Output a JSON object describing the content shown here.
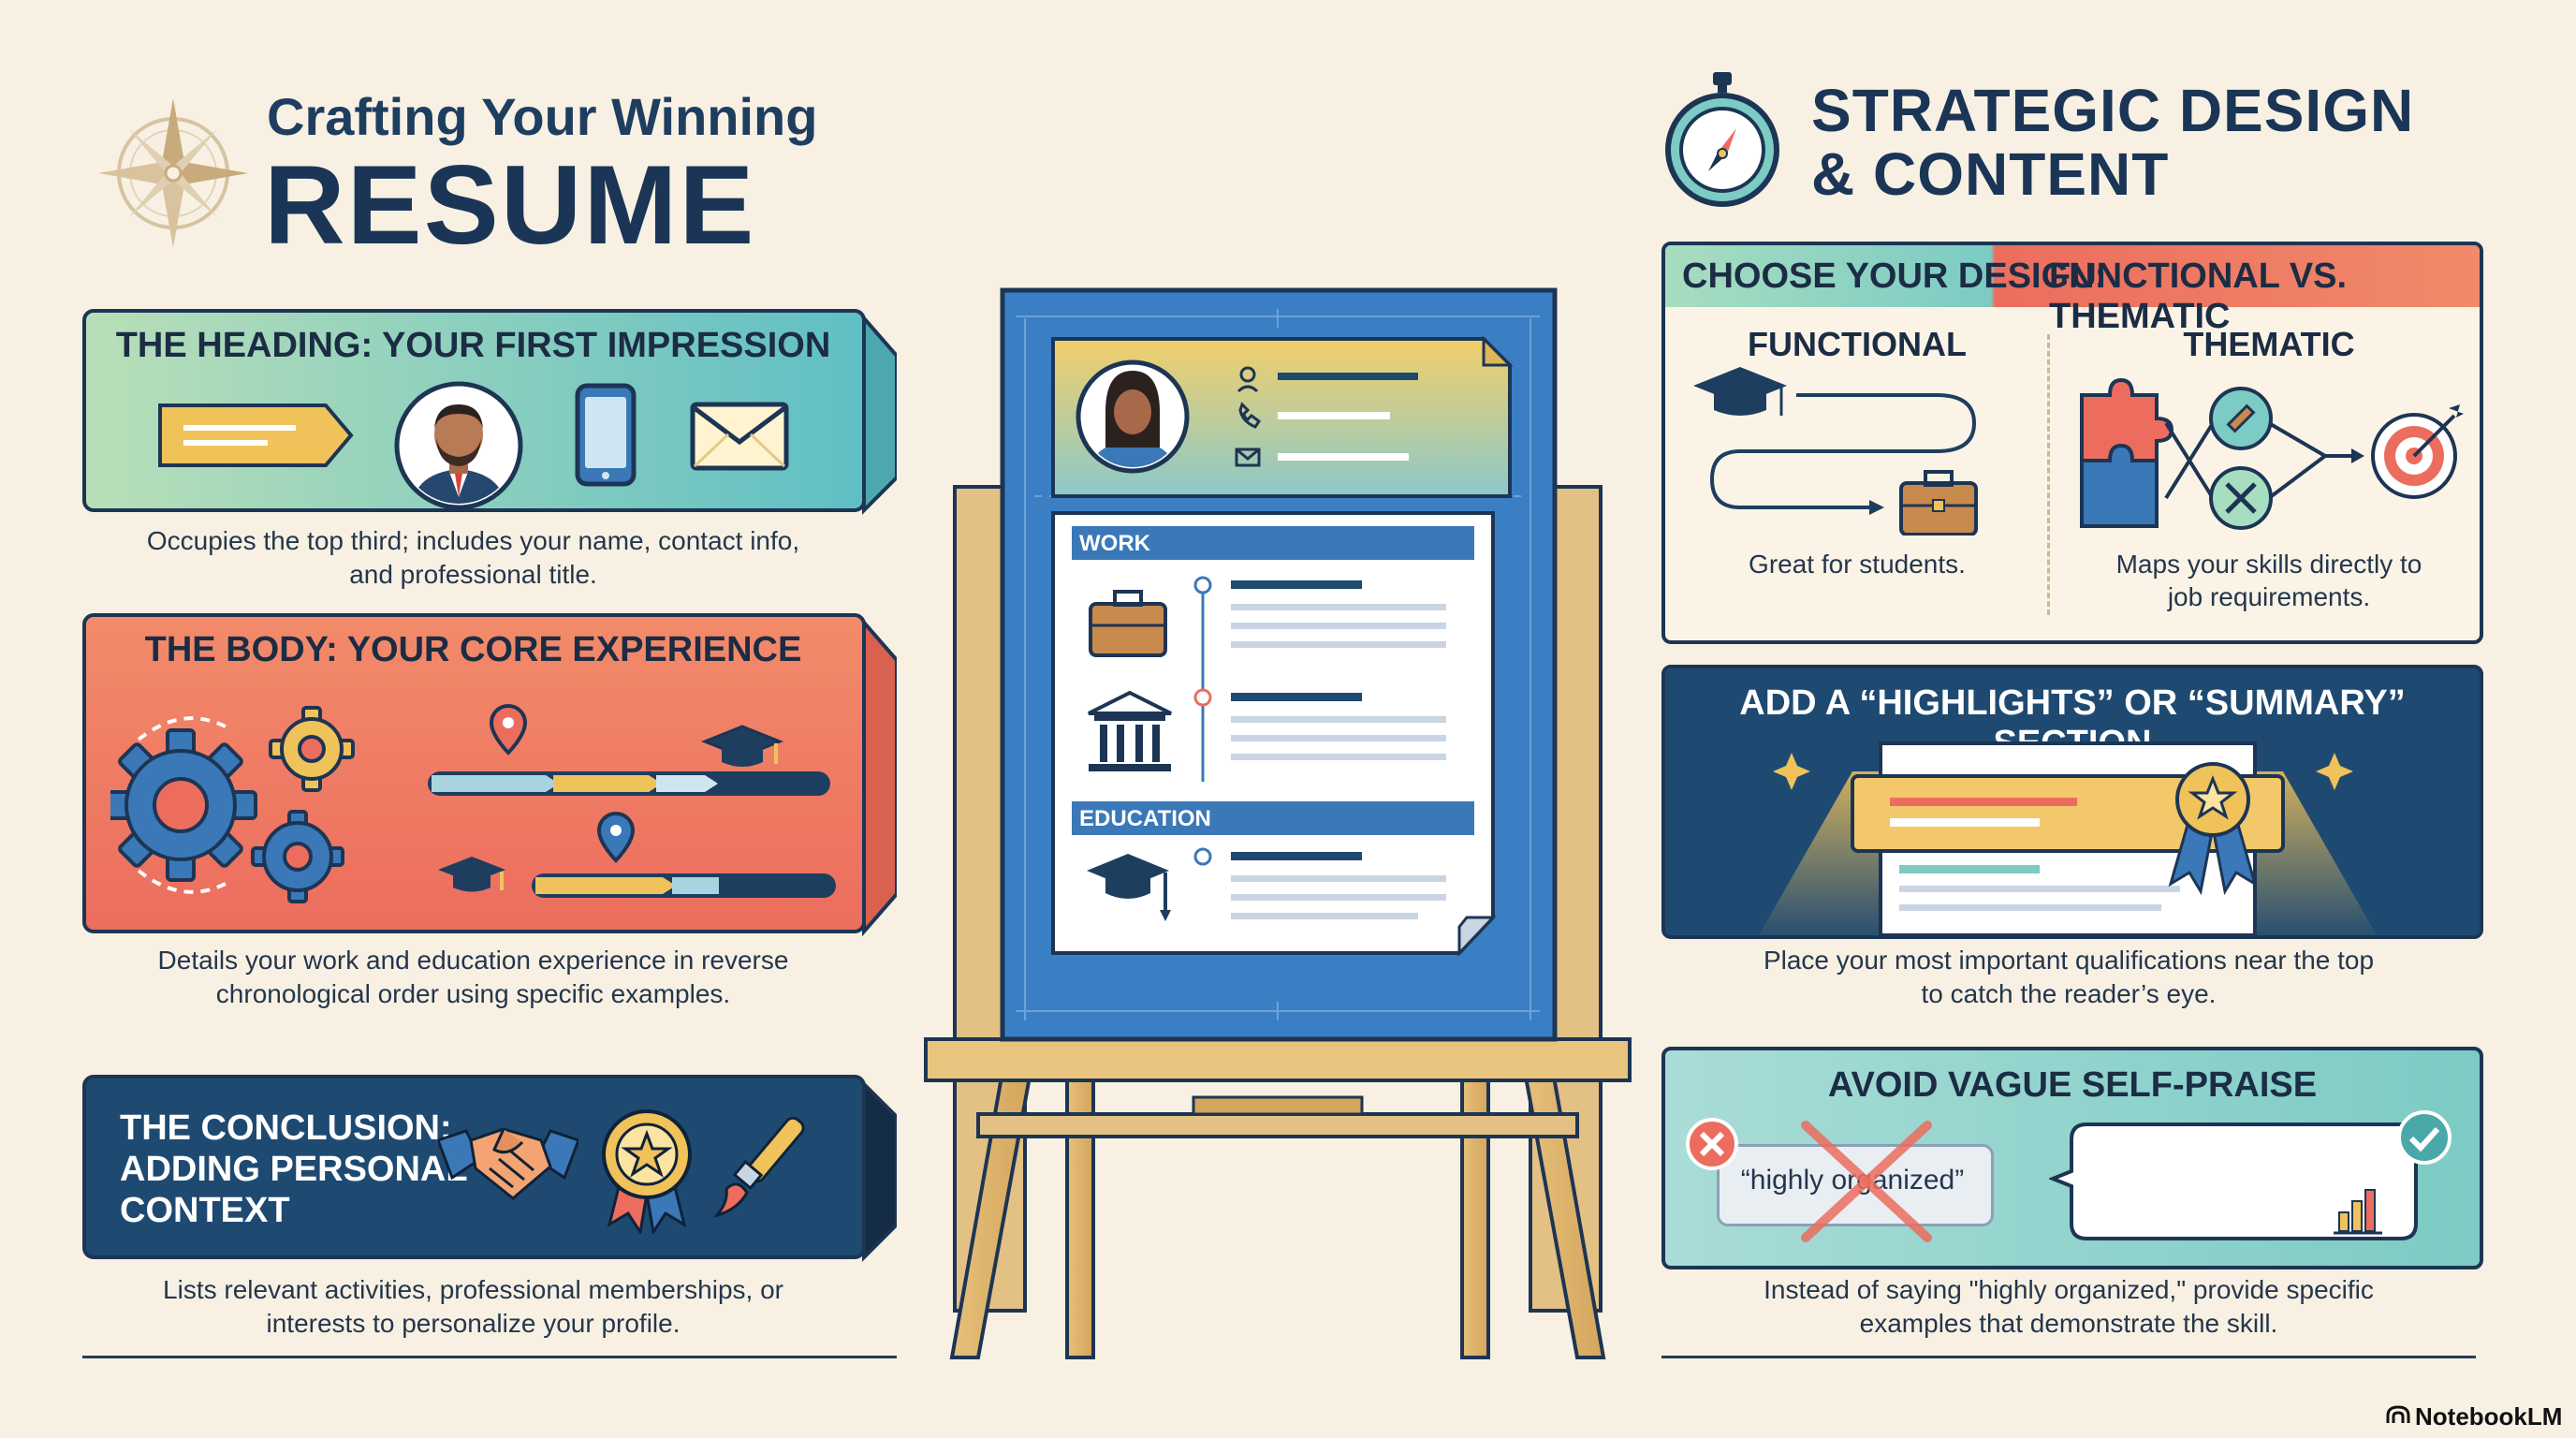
{
  "left_title": {
    "line1": "Crafting Your Winning",
    "line2": "RESUME"
  },
  "right_title": {
    "line1": "STRATEGIC DESIGN",
    "line2": "& CONTENT"
  },
  "heading_card": {
    "title": "THE HEADING: YOUR FIRST IMPRESSION",
    "caption1": "Occupies the top third; includes your name, contact info,",
    "caption2": "and professional title."
  },
  "body_card": {
    "title": "THE BODY: YOUR CORE EXPERIENCE",
    "caption1": "Details your work and education experience in reverse",
    "caption2": "chronological order using specific examples."
  },
  "conclusion_card": {
    "title1": "THE CONCLUSION:",
    "title2": "ADDING PERSONAL",
    "title3": "CONTEXT",
    "caption1": "Lists relevant activities, professional memberships, or",
    "caption2": "interests to personalize your profile."
  },
  "resume_doc": {
    "work_label": "WORK",
    "education_label": "EDUCATION"
  },
  "design_card": {
    "title_left": "CHOOSE YOUR DESIGN: ",
    "title_right": "FUNCTIONAL VS. THEMATIC",
    "functional_label": "FUNCTIONAL",
    "thematic_label": "THEMATIC",
    "functional_caption": "Great for students.",
    "thematic_caption1": "Maps your skills directly to",
    "thematic_caption2": "job requirements."
  },
  "highlights_card": {
    "title": "ADD A “HIGHLIGHTS” OR “SUMMARY” SECTION",
    "caption1": "Place your most important qualifications near the top",
    "caption2": "to catch the reader’s eye."
  },
  "praise_card": {
    "title": "AVOID VAGUE SELF-PRAISE",
    "bubble_text": "“highly organized”",
    "caption1": "Instead of saying \"highly organized,\" provide specific",
    "caption2": "examples that demonstrate the skill."
  },
  "watermark": "NotebookLM",
  "colors": {
    "background": "#f8f1e3",
    "navy": "#1b3557",
    "teal": "#7ccbc4",
    "coral": "#ee7a62",
    "gold": "#f0c25a",
    "blue": "#3a78b8"
  }
}
